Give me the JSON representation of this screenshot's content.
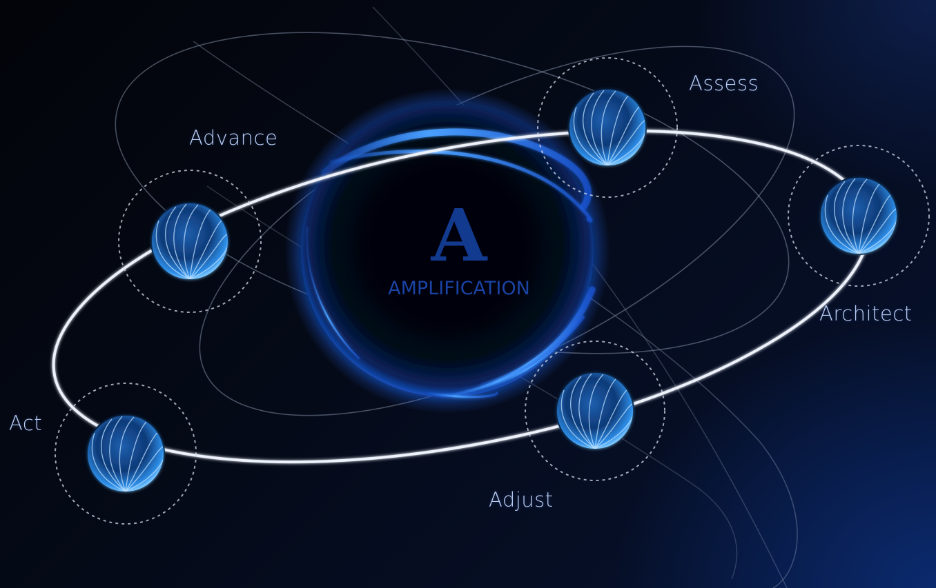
{
  "diagram": {
    "center": {
      "letter": "A",
      "word": "AMPLIFICATION"
    },
    "stages": [
      {
        "id": "assess",
        "label": "Assess"
      },
      {
        "id": "advance",
        "label": "Advance"
      },
      {
        "id": "architect",
        "label": "Architect"
      },
      {
        "id": "act",
        "label": "Act"
      },
      {
        "id": "adjust",
        "label": "Adjust"
      }
    ]
  },
  "colors": {
    "background": "#03060f",
    "label_text": "#b9cdf6",
    "sphere_glow": "#2f7dff",
    "logo": "#123a8f",
    "orbit_line": "#e8ecf5"
  }
}
